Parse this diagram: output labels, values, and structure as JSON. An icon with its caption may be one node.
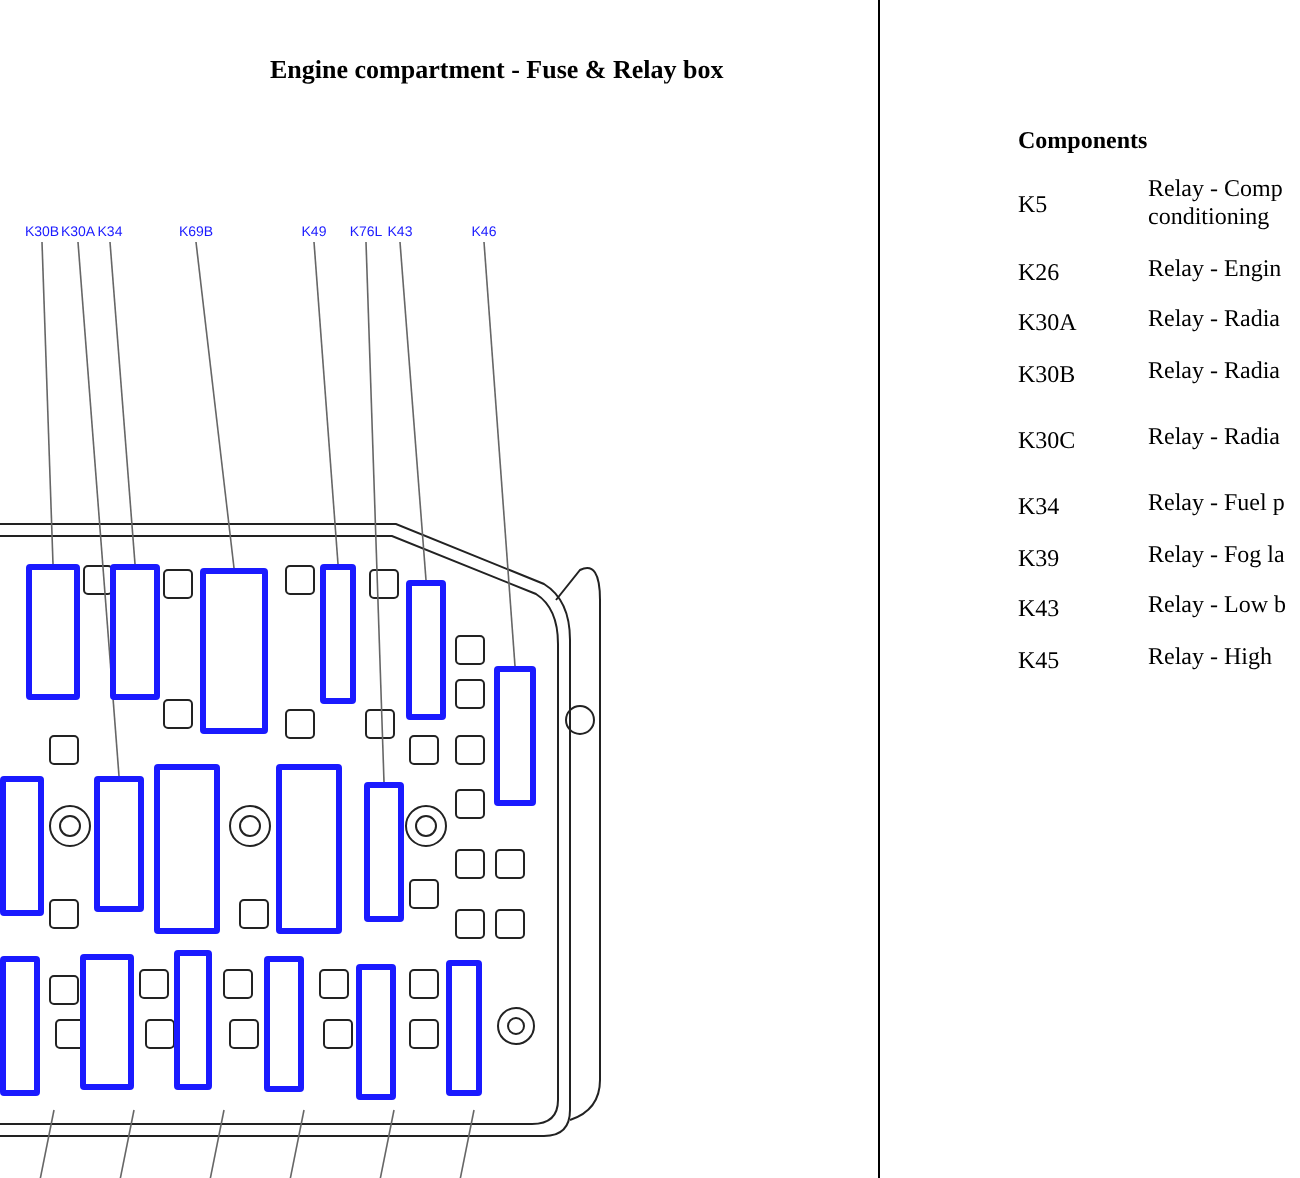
{
  "diagram": {
    "title": "Engine compartment - Fuse & Relay box",
    "nodes": [
      {
        "text": [
          "K30B"
        ]
      },
      {
        "text": [
          "K30A"
        ]
      },
      {
        "text": [
          "K34"
        ]
      },
      {
        "text": [
          "K69B"
        ]
      },
      {
        "text": [
          "K49"
        ]
      },
      {
        "text": [
          "K76L"
        ]
      },
      {
        "text": [
          "K43"
        ]
      },
      {
        "text": [
          "K46"
        ]
      },
      {
        "text": [],
        "shape": "box"
      },
      {
        "text": [],
        "shape": "box"
      },
      {
        "text": [],
        "shape": "box"
      },
      {
        "text": [],
        "shape": "box"
      },
      {
        "text": [],
        "shape": "box"
      },
      {
        "text": [],
        "shape": "box"
      },
      {
        "text": [],
        "shape": "box"
      },
      {
        "text": [],
        "shape": "box"
      },
      {
        "text": [],
        "shape": "box"
      },
      {
        "text": [],
        "shape": "box"
      },
      {
        "text": [],
        "shape": "box"
      },
      {
        "text": [],
        "shape": "box"
      },
      {
        "text": [],
        "shape": "box"
      },
      {
        "text": [],
        "shape": "box"
      },
      {
        "text": [],
        "shape": "box"
      },
      {
        "text": [],
        "shape": "box"
      },
      {
        "text": [],
        "shape": "box"
      }
    ],
    "edges": [
      {
        "from": 0,
        "to": 8,
        "arrow": "none"
      },
      {
        "from": 1,
        "to": 15,
        "arrow": "none"
      },
      {
        "from": 2,
        "to": 9,
        "arrow": "none"
      },
      {
        "from": 3,
        "to": 10,
        "arrow": "none"
      },
      {
        "from": 4,
        "to": 11,
        "arrow": "none"
      },
      {
        "from": 5,
        "to": 18,
        "arrow": "none"
      },
      {
        "from": 6,
        "to": 12,
        "arrow": "none"
      },
      {
        "from": 7,
        "to": 13,
        "arrow": "none"
      }
    ],
    "labels": [
      "Components",
      "K5",
      "Relay - Comp conditioning",
      "K26",
      "Relay - Engin",
      "K30A",
      "Relay - Radia",
      "K30B",
      "Relay - Radia",
      "K30C",
      "Relay - Radia",
      "K34",
      "Relay - Fuel p",
      "K39",
      "Relay - Fog la",
      "K43",
      "Relay - Low b",
      "K45",
      "Relay - High"
    ]
  }
}
